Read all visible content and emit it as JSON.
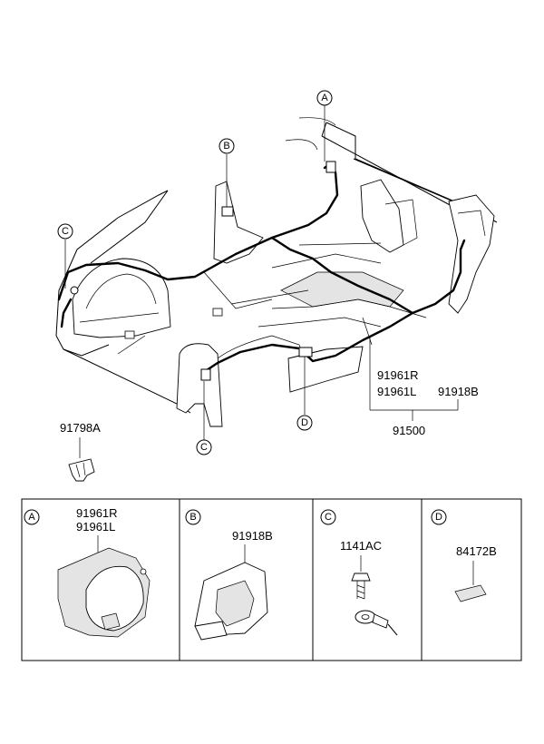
{
  "callouts": {
    "A": "A",
    "B": "B",
    "C": "C",
    "D": "D"
  },
  "main_labels": {
    "p_91961R": "91961R",
    "p_91961L": "91961L",
    "p_91918B": "91918B",
    "p_91500": "91500",
    "p_91798A": "91798A"
  },
  "details": [
    {
      "letter": "A",
      "parts": [
        "91961R",
        "91961L"
      ]
    },
    {
      "letter": "B",
      "parts": [
        "91918B"
      ]
    },
    {
      "letter": "C",
      "parts": [
        "1141AC"
      ]
    },
    {
      "letter": "D",
      "parts": [
        "84172B"
      ]
    }
  ]
}
